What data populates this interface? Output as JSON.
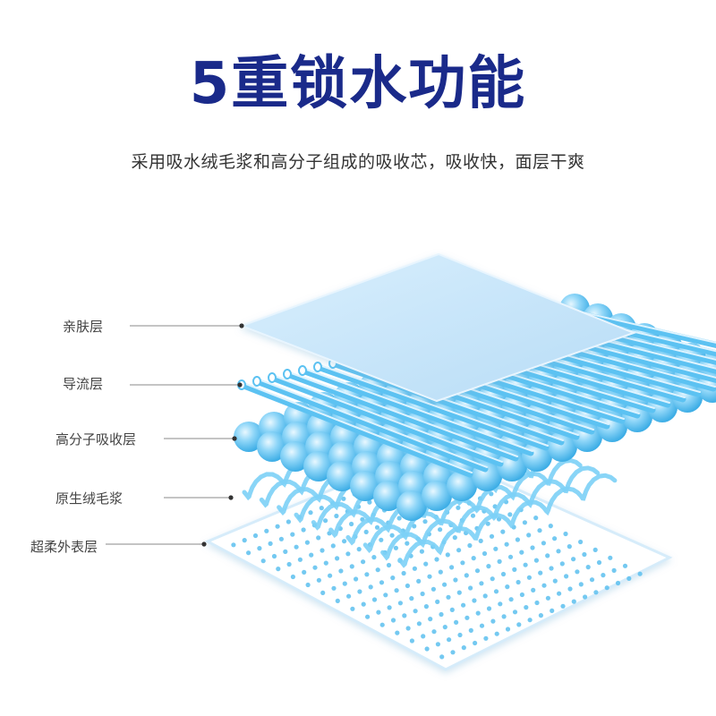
{
  "title": "5重锁水功能",
  "subtitle": "采用吸水绒毛浆和高分子组成的吸收芯，吸收快，面层干爽",
  "colors": {
    "title": "#1a2a8a",
    "top_sheet": "#cfe8fb",
    "channel": "#5cc2f2",
    "ball": "#6ccaf6",
    "fiber": "#7cd0f6",
    "dot": "#5cc0ee",
    "line": "#888888"
  },
  "layers": [
    {
      "name": "亲肤层",
      "icon": "top-sheet-icon"
    },
    {
      "name": "导流层",
      "icon": "channel-layer-icon"
    },
    {
      "name": "高分子吸收层",
      "icon": "polymer-balls-icon"
    },
    {
      "name": "原生绒毛浆",
      "icon": "fluff-pulp-icon"
    },
    {
      "name": "超柔外表层",
      "icon": "dotted-base-icon"
    }
  ]
}
